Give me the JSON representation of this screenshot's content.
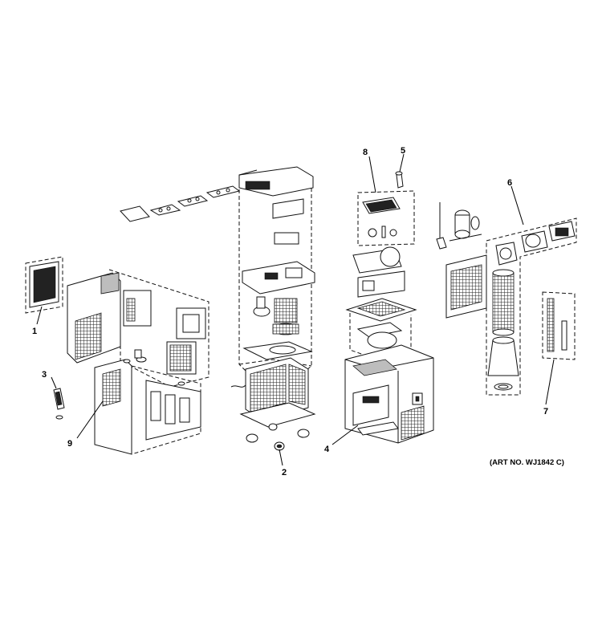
{
  "callouts": {
    "c1": "1",
    "c2": "2",
    "c3": "3",
    "c4": "4",
    "c5": "5",
    "c6": "6",
    "c7": "7",
    "c8": "8",
    "c9": "9"
  },
  "art_number": "(ART NO. WJ1842 C)"
}
